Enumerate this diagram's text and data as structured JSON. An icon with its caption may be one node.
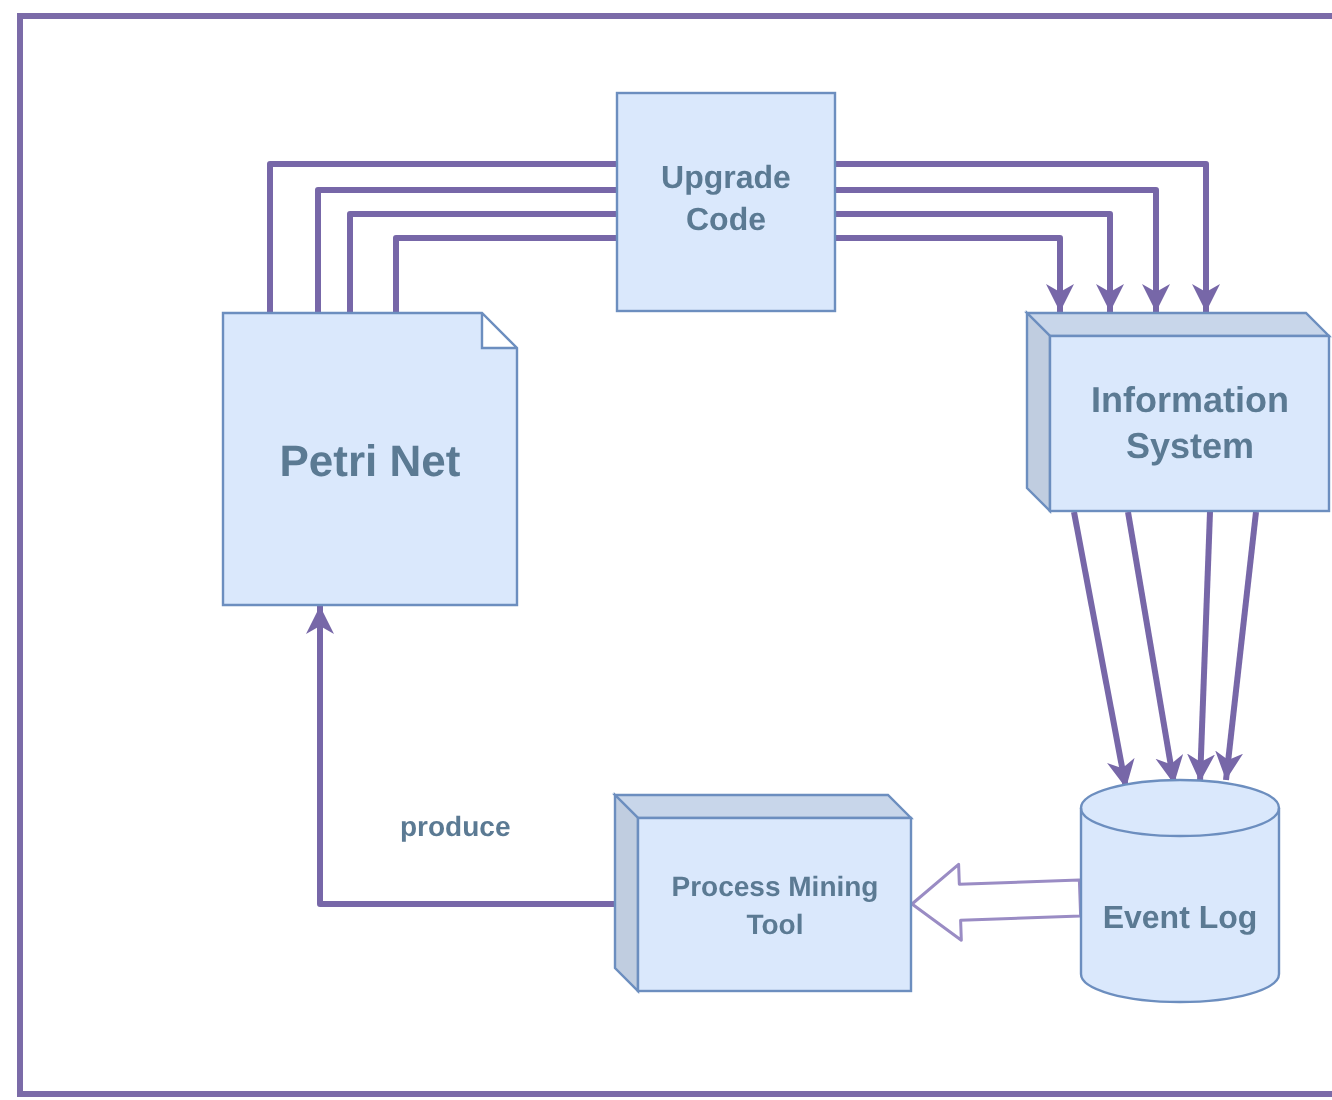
{
  "diagram": {
    "nodes": [
      {
        "text": [
          "Upgrade Code"
        ]
      },
      {
        "text": [
          "Petri Net"
        ]
      },
      {
        "text": [
          "Information System"
        ]
      },
      {
        "text": [
          "Process Mining Tool"
        ]
      },
      {
        "text": [
          "Event Log"
        ]
      }
    ],
    "edges": [
      {
        "from": 1,
        "to": 0,
        "arrow": "none"
      },
      {
        "from": 1,
        "to": 0,
        "arrow": "none"
      },
      {
        "from": 1,
        "to": 0,
        "arrow": "none"
      },
      {
        "from": 1,
        "to": 0,
        "arrow": "none"
      },
      {
        "from": 0,
        "to": 2,
        "arrow": "to"
      },
      {
        "from": 0,
        "to": 2,
        "arrow": "to"
      },
      {
        "from": 0,
        "to": 2,
        "arrow": "to"
      },
      {
        "from": 0,
        "to": 2,
        "arrow": "to"
      },
      {
        "from": 2,
        "to": 4,
        "arrow": "to"
      },
      {
        "from": 2,
        "to": 4,
        "arrow": "to"
      },
      {
        "from": 2,
        "to": 4,
        "arrow": "to"
      },
      {
        "from": 2,
        "to": 4,
        "arrow": "to"
      },
      {
        "from": 4,
        "to": 3,
        "arrow": "to",
        "style": "thick"
      },
      {
        "from": 3,
        "to": 1,
        "arrow": "to",
        "label": "produce"
      }
    ]
  }
}
